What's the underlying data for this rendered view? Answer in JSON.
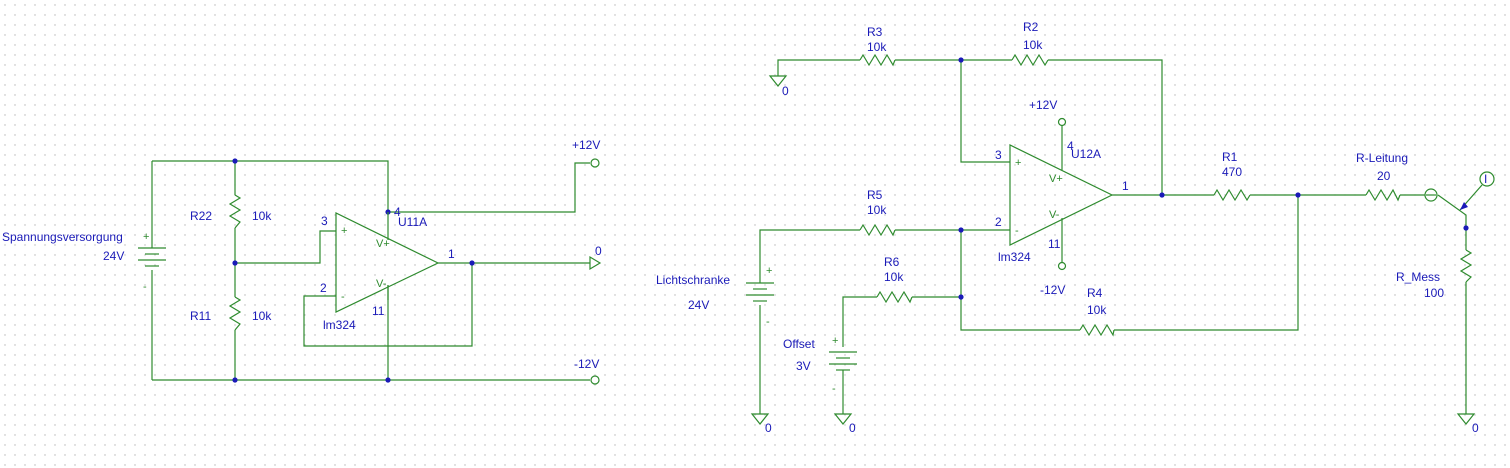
{
  "left_circuit": {
    "supply": {
      "name": "Spannungsversorgung",
      "value": "24V",
      "plus": "+",
      "minus": "-"
    },
    "r22": {
      "name": "R22",
      "value": "10k"
    },
    "r11": {
      "name": "R11",
      "value": "10k"
    },
    "opamp": {
      "name": "U11A",
      "part": "lm324",
      "pin_in_plus": "3",
      "pin_in_minus": "2",
      "pin_out": "1",
      "pin_vpos": "4",
      "pin_vneg": "11",
      "vplus_label": "V+",
      "vminus_label": "V-",
      "plus_sign": "+",
      "minus_sign": "-"
    },
    "rail_pos": "+12V",
    "rail_gnd": "0",
    "rail_neg": "-12V"
  },
  "right_circuit": {
    "r3": {
      "name": "R3",
      "value": "10k"
    },
    "r2": {
      "name": "R2",
      "value": "10k"
    },
    "r5": {
      "name": "R5",
      "value": "10k"
    },
    "r6": {
      "name": "R6",
      "value": "10k"
    },
    "r4": {
      "name": "R4",
      "value": "10k"
    },
    "r1": {
      "name": "R1",
      "value": "470"
    },
    "r_leitung": {
      "name": "R-Leitung",
      "value": "20"
    },
    "r_mess": {
      "name": "R_Mess",
      "value": "100"
    },
    "opamp": {
      "name": "U12A",
      "part": "lm324",
      "pin_in_plus": "3",
      "pin_in_minus": "2",
      "pin_out": "1",
      "pin_vpos": "4",
      "pin_vneg": "11",
      "vplus_label": "V+",
      "vminus_label": "V-",
      "plus_sign": "+",
      "minus_sign": "-"
    },
    "supply_pos": "+12V",
    "supply_neg": "-12V",
    "lichtschranke": {
      "name": "Lichtschranke",
      "value": "24V",
      "plus": "+",
      "minus": "-"
    },
    "offset": {
      "name": "Offset",
      "value": "3V",
      "plus": "+",
      "minus": "-"
    },
    "gnd_r3": "0",
    "gnd_licht": "0",
    "gnd_offset": "0",
    "gnd_mess": "0",
    "current_probe": "I"
  }
}
